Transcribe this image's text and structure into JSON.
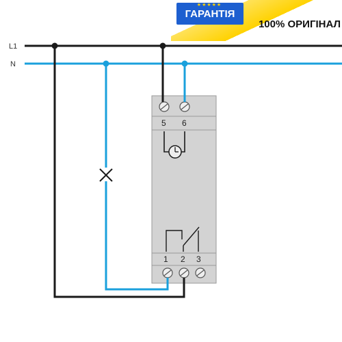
{
  "lines": {
    "l1_label": "L1",
    "n_label": "N"
  },
  "colors": {
    "phase": "#1a1a1a",
    "neutral": "#1aa0dc",
    "device_body": "#d3d3d3",
    "device_stroke": "#9a9a9a",
    "badge_blue": "#1d5fd0",
    "badge_yellow": "#ffd200"
  },
  "device": {
    "top_terminals": [
      "5",
      "6"
    ],
    "bottom_terminals": [
      "1",
      "2",
      "3"
    ],
    "clock_icon": "clock-icon",
    "contact_icon": "changeover-contact-icon"
  },
  "switch": {
    "icon": "push-button-x-icon"
  },
  "badge": {
    "stars": "★★★★★",
    "title": "ГАРАНТІЯ",
    "subtitle": "100% ОРИГІНАЛ"
  }
}
